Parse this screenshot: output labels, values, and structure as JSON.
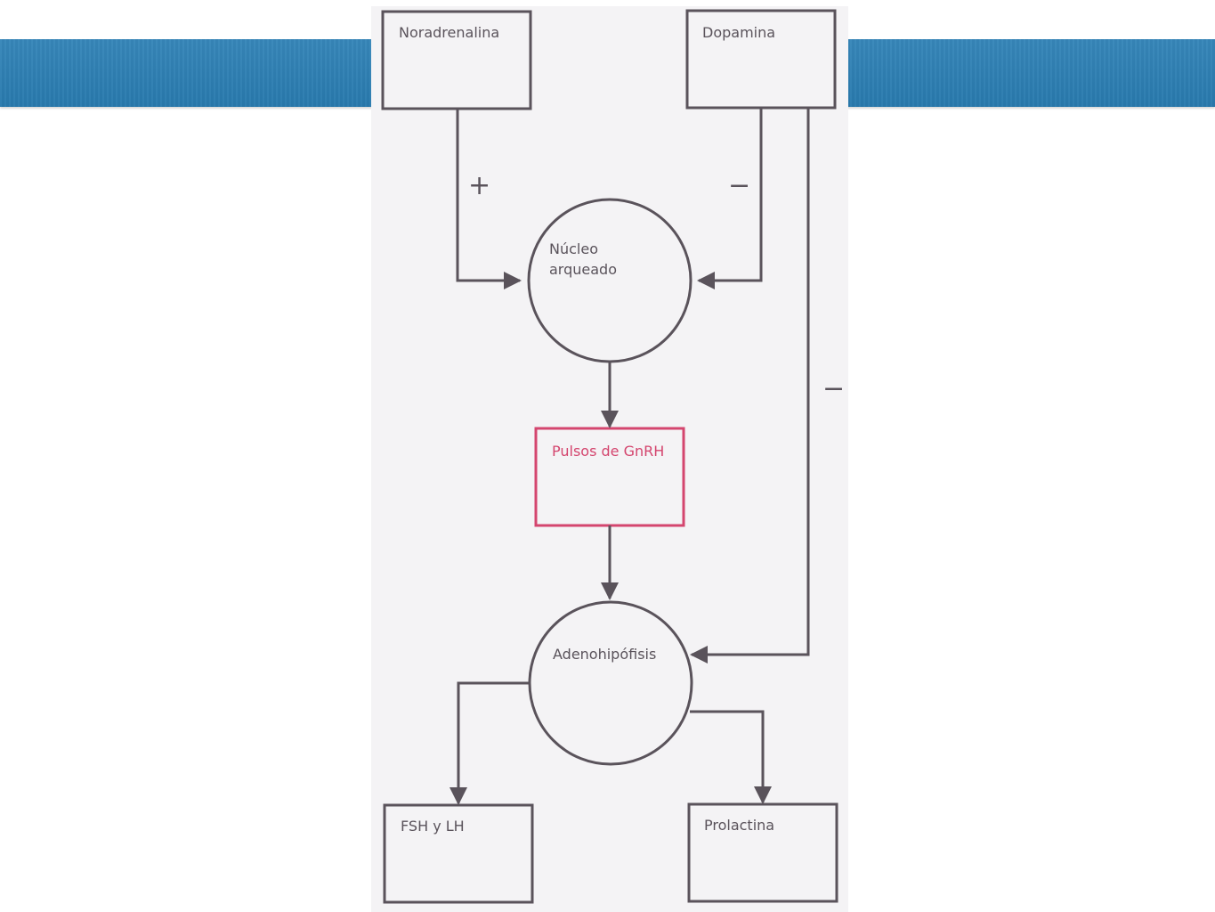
{
  "diagram": {
    "nodes": {
      "noradrenalina": "Noradrenalina",
      "dopamina": "Dopamina",
      "nucleo_line1": "Núcleo",
      "nucleo_line2": "arqueado",
      "gnrh": "Pulsos de GnRH",
      "adenohipofisis": "Adenohipófisis",
      "fsh_lh": "FSH y LH",
      "prolactina": "Prolactina"
    },
    "signs": {
      "noradrenalina_to_nucleo": "+",
      "dopamina_to_nucleo": "−",
      "dopamina_to_adenohipofisis": "−"
    },
    "colors": {
      "band": "#2a7fb5",
      "line": "#5a535b",
      "gnrh_highlight": "#d4456e"
    }
  }
}
